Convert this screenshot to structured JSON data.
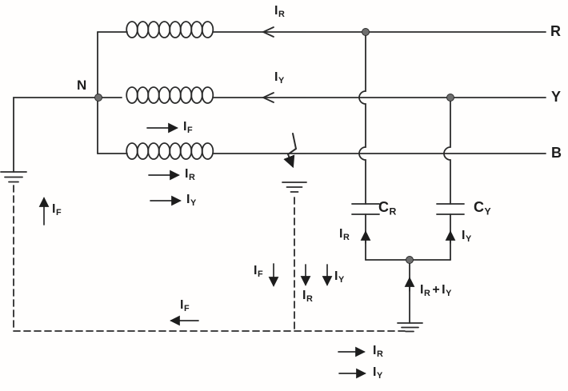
{
  "diagram": {
    "type": "three-phase earth-fault current distribution circuit",
    "neutral_label": "N",
    "phases": [
      {
        "label": "R"
      },
      {
        "label": "Y"
      },
      {
        "label": "B"
      }
    ],
    "components": {
      "capacitor_r": {
        "base": "C",
        "sub": "R"
      },
      "capacitor_y": {
        "base": "C",
        "sub": "Y"
      }
    },
    "labels": {
      "ir_line": {
        "base": "I",
        "sub": "R"
      },
      "iy_line": {
        "base": "I",
        "sub": "Y"
      },
      "if_coil": {
        "base": "I",
        "sub": "F"
      },
      "ir_coil": {
        "base": "I",
        "sub": "R"
      },
      "iy_coil": {
        "base": "I",
        "sub": "Y"
      },
      "if_left": {
        "base": "I",
        "sub": "F"
      },
      "ir_cap": {
        "base": "I",
        "sub": "R"
      },
      "iy_cap": {
        "base": "I",
        "sub": "Y"
      },
      "sum": {
        "base1": "I",
        "sub1": "R",
        "op": "+",
        "base2": "I",
        "sub2": "Y"
      },
      "if_fault": {
        "base": "I",
        "sub": "F"
      },
      "iy_mid": {
        "base": "I",
        "sub": "Y"
      },
      "ir_mid": {
        "base": "I",
        "sub": "R"
      },
      "if_return": {
        "base": "I",
        "sub": "F"
      },
      "ir_bottom": {
        "base": "I",
        "sub": "R"
      },
      "iy_bottom": {
        "base": "I",
        "sub": "Y"
      }
    },
    "colors": {
      "stroke": "#2b2b2b",
      "junction_fill": "#6e6e6e",
      "background": "#fffefd"
    }
  }
}
